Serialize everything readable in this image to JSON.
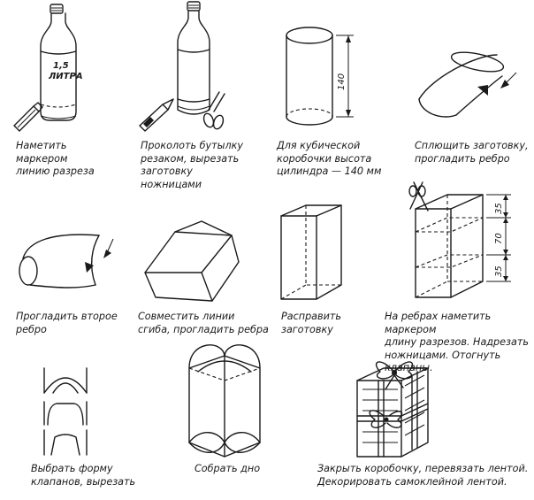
{
  "steps": [
    {
      "id": 1,
      "caption": "Наметить\nмаркером\nлинию разреза",
      "label": "1,5\nЛИТРА"
    },
    {
      "id": 2,
      "caption": "Проколоть бутылку\nрезаком, вырезать\nзаготовку\nножницами"
    },
    {
      "id": 3,
      "caption": "Для кубической\nкоробочки высота\nцилиндра — 140 мм",
      "dimension": "140"
    },
    {
      "id": 4,
      "caption": "Сплющить заготовку,\nпрогладить ребро"
    },
    {
      "id": 5,
      "caption": "Прогладить второе\nребро"
    },
    {
      "id": 6,
      "caption": "Совместить линии\nсгиба, прогладить ребра"
    },
    {
      "id": 7,
      "caption": "Расправить\nзаготовку"
    },
    {
      "id": 8,
      "caption": "На ребрах наметить маркером\nдлину разрезов. Надрезать\nножницами. Отогнуть клапаны.",
      "dimensions": [
        "35",
        "70",
        "35"
      ]
    },
    {
      "id": 9,
      "caption": "Выбрать форму\nклапанов, вырезать"
    },
    {
      "id": 10,
      "caption": "Собрать дно"
    },
    {
      "id": 11,
      "caption": "Закрыть коробочку, перевязать лентой.\nДекорировать самоклейной лентой."
    }
  ]
}
